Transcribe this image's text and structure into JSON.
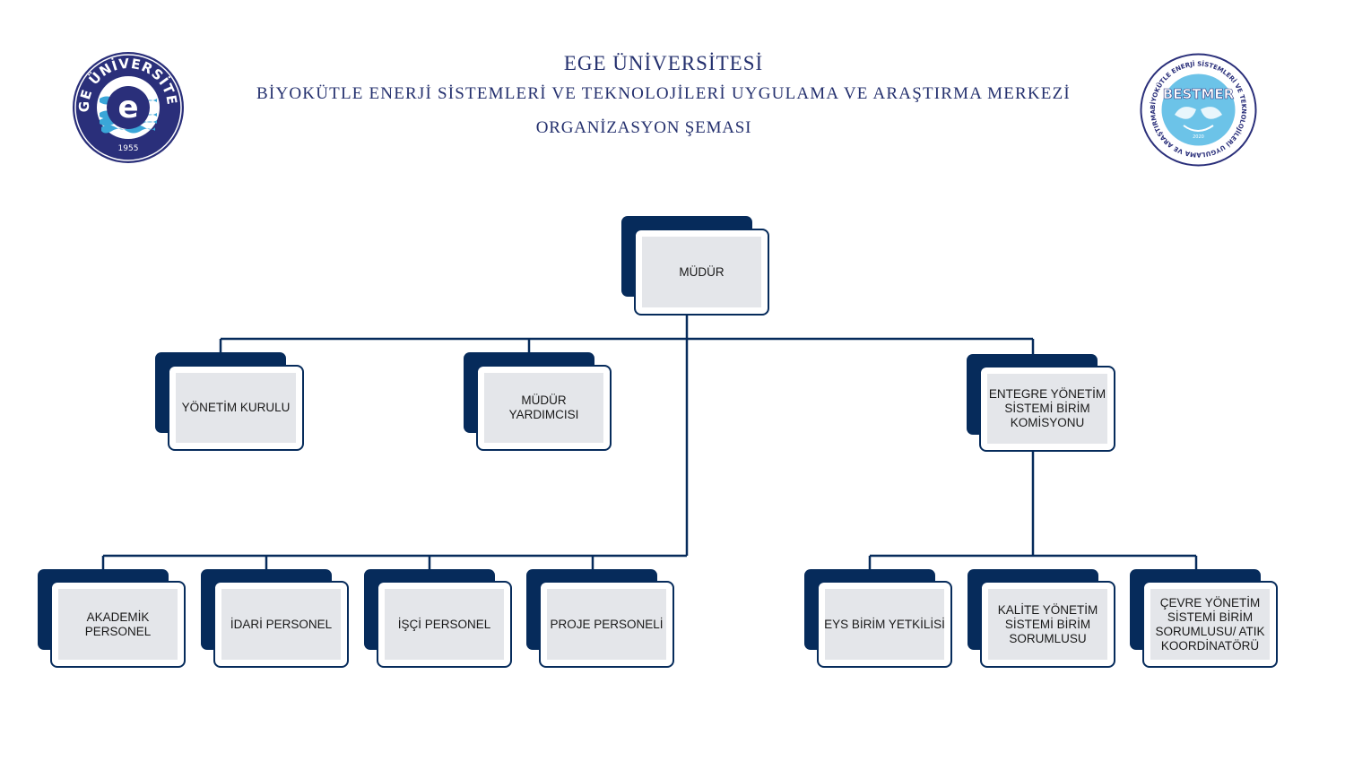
{
  "header": {
    "university": "EGE ÜNİVERSİTESİ",
    "center": "BİYOKÜTLE ENERJİ SİSTEMLERİ VE TEKNOLOJİLERİ UYGULAMA VE ARAŞTIRMA MERKEZİ",
    "chart_title": "ORGANİZASYON ŞEMASI"
  },
  "logos": {
    "ege": {
      "ring_text": "EGE ÜNİVERSİTESİ",
      "year": "1955",
      "letter": "e"
    },
    "bestmer": {
      "ring_text": "BİYOKÜTLE ENERJİ SİSTEMLERİ VE TEKNOLOJİLERİ UYGULAMA VE ARAŞTIRMA MERKEZİ",
      "name": "BESTMER",
      "year": "2020"
    }
  },
  "nodes": {
    "mudur": "MÜDÜR",
    "yonetim_kurulu": "YÖNETİM KURULU",
    "mudur_yardimcisi": "MÜDÜR\nYARDIMCISI",
    "eys_komisyonu": "ENTEGRE YÖNETİM\nSİSTEMİ BİRİM\nKOMİSYONU",
    "akademik": "AKADEMİK\nPERSONEL",
    "idari": "İDARİ PERSONEL",
    "isci": "İŞÇİ PERSONEL",
    "proje": "PROJE PERSONELİ",
    "eys_yetkilisi": "EYS BİRİM YETKİLİSİ",
    "kalite": "KALİTE YÖNETİM\nSİSTEMİ BİRİM\nSORUMLUSU",
    "cevre": "ÇEVRE YÖNETİM\nSİSTEMİ BİRİM\nSORUMLUSU/ ATIK\nKOORDİNATÖRÜ"
  },
  "colors": {
    "navy": "#062b5b",
    "box_fill": "#e4e6ea",
    "title": "#24306e",
    "ege_logo": "#2a2f7a",
    "bestmer_logo": "#6cc3e8"
  }
}
